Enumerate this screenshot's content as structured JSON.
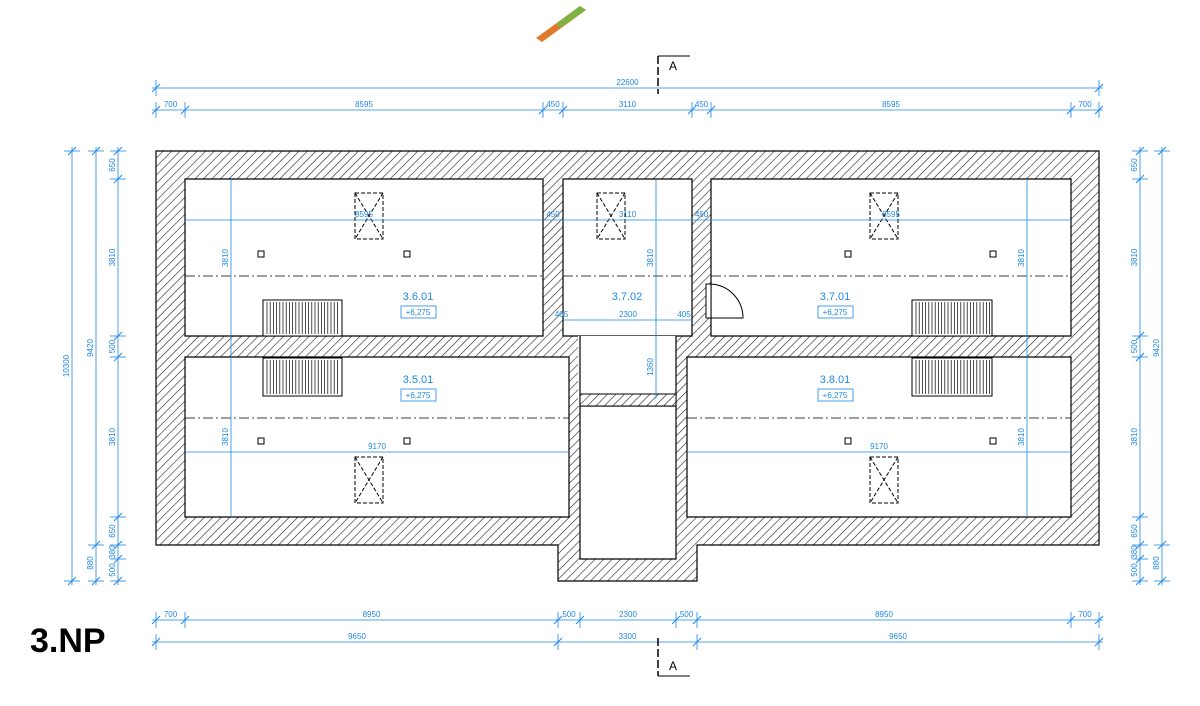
{
  "floor_label": "3.NP",
  "section_marker": "A",
  "dimensions": {
    "top_total": "22600",
    "top_chain": [
      "700",
      "8595",
      "450",
      "3110",
      "450",
      "8595",
      "700"
    ],
    "interior_top": [
      "8595",
      "450",
      "3110",
      "450",
      "8595"
    ],
    "interior_mid": [
      "405",
      "2300",
      "405"
    ],
    "interior_vertical": [
      "3810",
      "3810",
      "1360",
      "3810",
      "3810",
      "3810"
    ],
    "interior_lower": [
      "9170",
      "9170"
    ],
    "bottom_chain": [
      "700",
      "8950",
      "500",
      "2300",
      "500",
      "8950",
      "700"
    ],
    "bottom_total": [
      "9650",
      "3300",
      "9650"
    ],
    "left_chain": [
      "650",
      "3810",
      "500",
      "3810",
      "650",
      "380",
      "500"
    ],
    "left_sub": [
      "9420",
      "880"
    ],
    "left_total": "10300",
    "right_chain": [
      "650",
      "3810",
      "500",
      "3810",
      "650",
      "380",
      "500"
    ],
    "right_sub": [
      "9420",
      "880"
    ]
  },
  "rooms": [
    {
      "number": "3.6.01",
      "level": "+6,275"
    },
    {
      "number": "3.7.02",
      "level": ""
    },
    {
      "number": "3.7.01",
      "level": "+6,275"
    },
    {
      "number": "3.5.01",
      "level": "+6,275"
    },
    {
      "number": "3.8.01",
      "level": "+6,275"
    }
  ],
  "colors": {
    "dimension": "#1e88e5",
    "wall": "#000000"
  }
}
